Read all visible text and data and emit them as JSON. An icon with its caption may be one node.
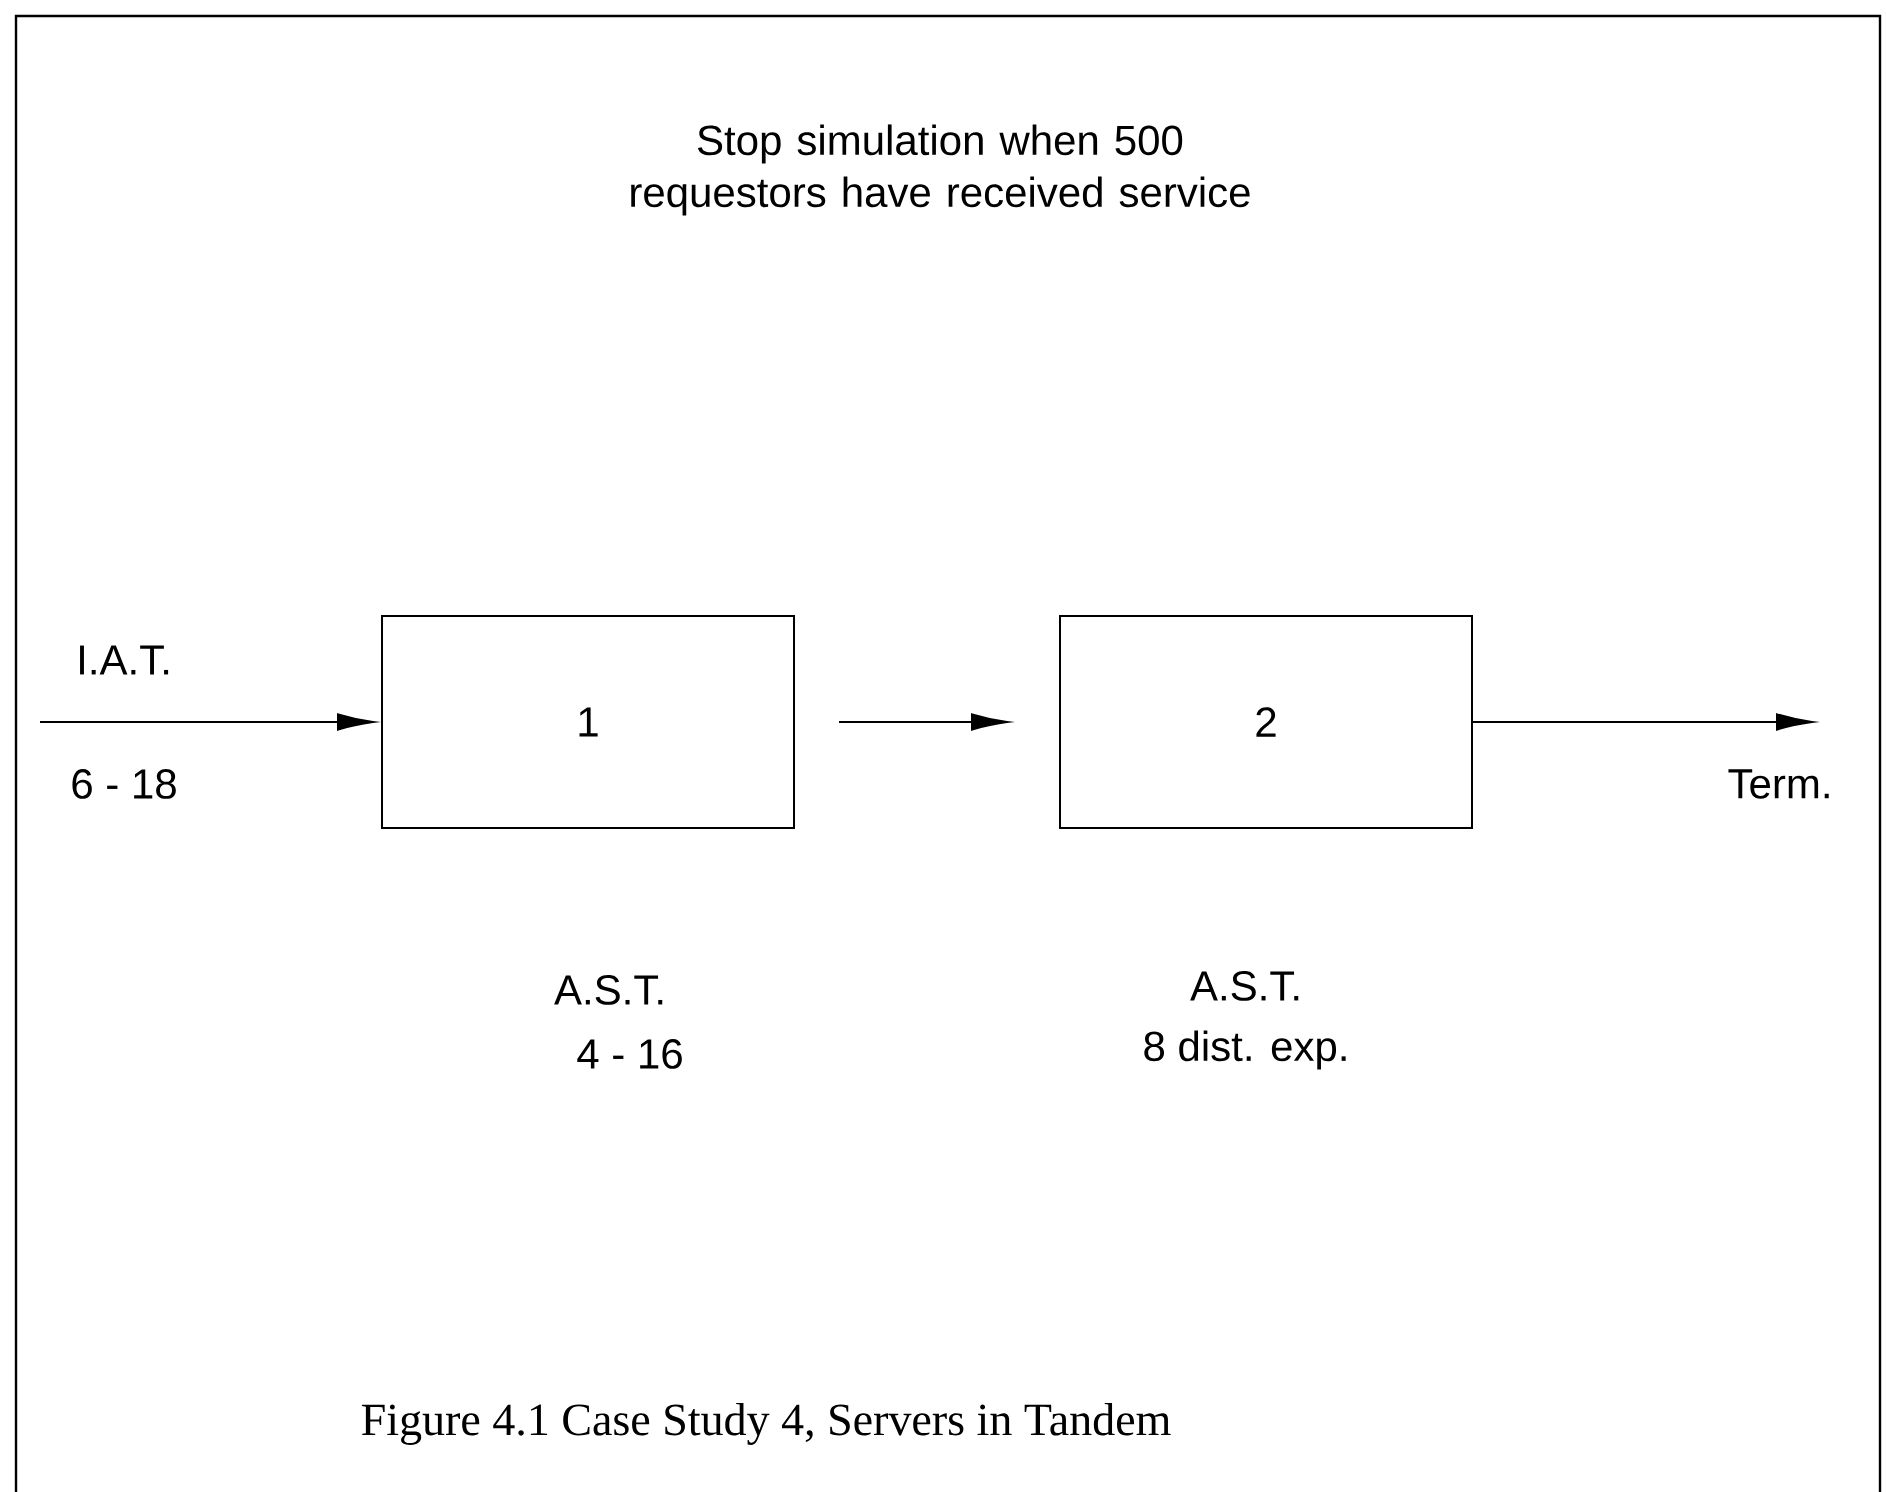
{
  "diagram": {
    "title": "Stop simulation when 500 requestors have received service",
    "caption": "Figure 4.1 Case Study 4, Servers in Tandem",
    "nodes": [
      {
        "text": [
          "1"
        ],
        "beside": [
          "A.S.T.",
          "4 - 16"
        ]
      },
      {
        "text": [
          "2"
        ],
        "beside": [
          "A.S.T.",
          "8 dist. exp."
        ]
      }
    ],
    "edges": [
      {
        "from": null,
        "to": 0,
        "arrow": "to",
        "label": "I.A.T."
      },
      {
        "from": 0,
        "to": 1,
        "arrow": "to"
      },
      {
        "from": 1,
        "to": null,
        "arrow": "to",
        "label": "Term."
      }
    ],
    "labels": [
      "6 - 18"
    ]
  }
}
